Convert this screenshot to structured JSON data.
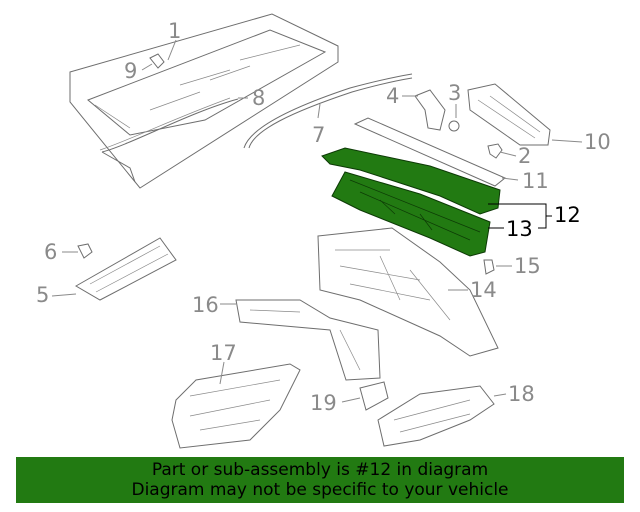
{
  "diagram": {
    "callouts": [
      {
        "id": "1",
        "label": "1"
      },
      {
        "id": "2",
        "label": "2"
      },
      {
        "id": "3",
        "label": "3"
      },
      {
        "id": "4",
        "label": "4"
      },
      {
        "id": "5",
        "label": "5"
      },
      {
        "id": "6",
        "label": "6"
      },
      {
        "id": "7",
        "label": "7"
      },
      {
        "id": "8",
        "label": "8"
      },
      {
        "id": "9",
        "label": "9"
      },
      {
        "id": "10",
        "label": "10"
      },
      {
        "id": "11",
        "label": "11"
      },
      {
        "id": "12",
        "label": "12"
      },
      {
        "id": "13",
        "label": "13"
      },
      {
        "id": "14",
        "label": "14"
      },
      {
        "id": "15",
        "label": "15"
      },
      {
        "id": "16",
        "label": "16"
      },
      {
        "id": "17",
        "label": "17"
      },
      {
        "id": "18",
        "label": "18"
      },
      {
        "id": "19",
        "label": "19"
      }
    ],
    "highlight_callout": "12",
    "highlight_color": "#227a12"
  },
  "banner": {
    "line1": "Part or sub-assembly is #12 in diagram",
    "line2": "Diagram may not be specific to your vehicle",
    "background": "#227a12"
  }
}
